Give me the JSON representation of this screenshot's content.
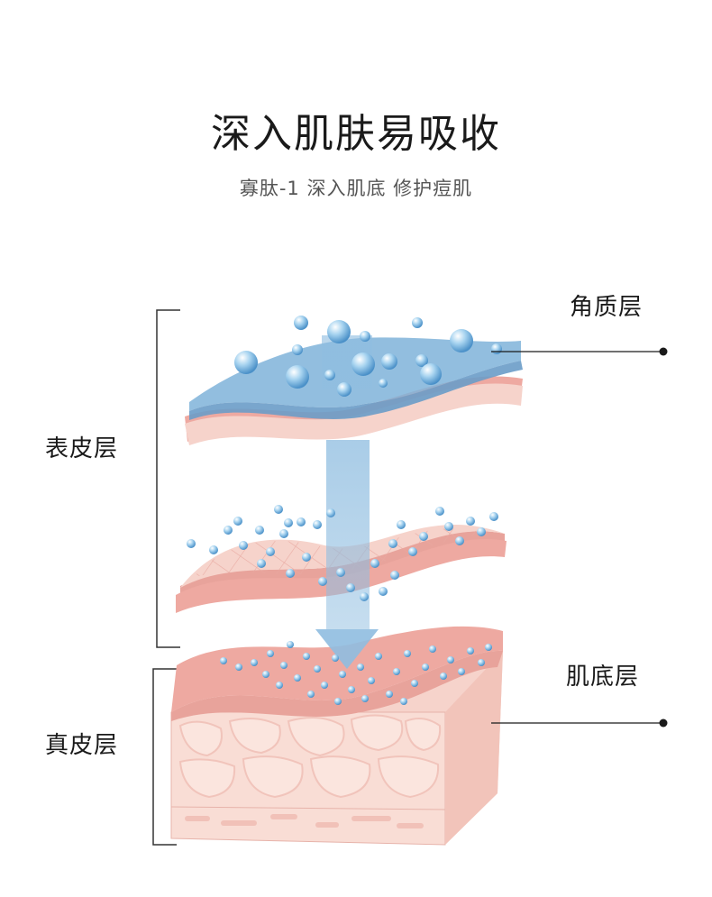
{
  "header": {
    "title": "深入肌肤易吸收",
    "subtitle": "寡肽-1 深入肌底 修护痘肌"
  },
  "labels": {
    "stratum_corneum": "角质层",
    "epidermis": "表皮层",
    "basal_layer": "肌底层",
    "dermis": "真皮层"
  },
  "colors": {
    "blue_layer": "#7fb3d9",
    "pink_layer": "#f4c6c0",
    "skin_deep": "#e8a39b",
    "droplet": "#8fc4e8",
    "arrow": "#9cc4e0",
    "line": "#1a1a1a"
  }
}
